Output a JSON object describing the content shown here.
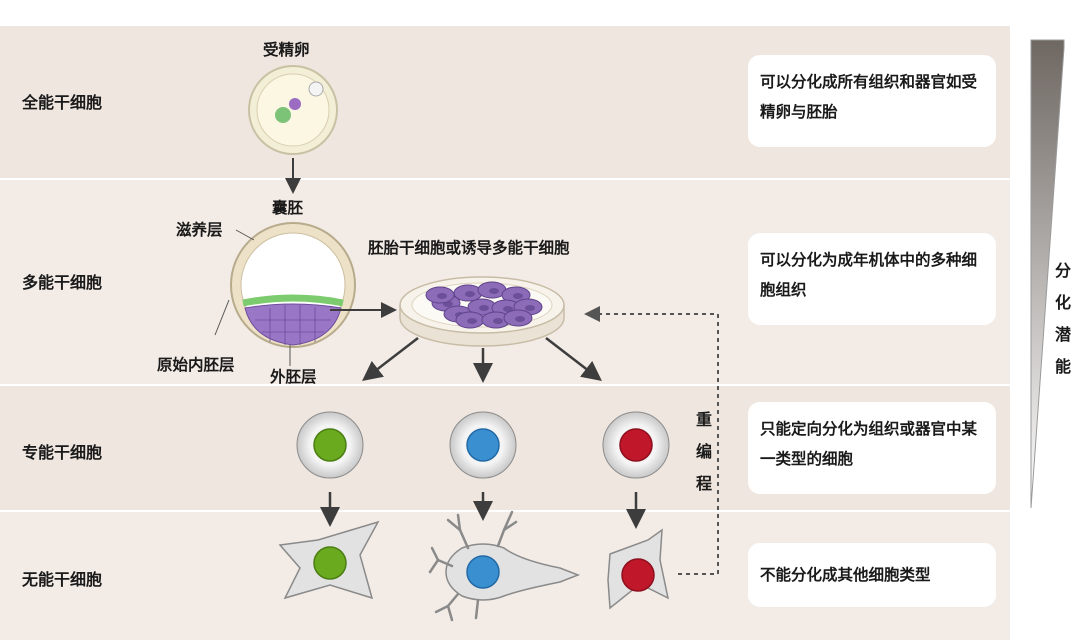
{
  "rows": [
    {
      "label": "全能干细胞",
      "description": "可以分化成所有组织和器官如受精卵与胚胎"
    },
    {
      "label": "多能干细胞",
      "description": "可以分化为成年机体中的多种细胞组织"
    },
    {
      "label": "专能干细胞",
      "description": "只能定向分化为组织或器官中某一类型的细胞"
    },
    {
      "label": "无能干细胞",
      "description": "不能分化成其他细胞类型"
    }
  ],
  "labels": {
    "zygote": "受精卵",
    "blastocyst": "囊胚",
    "trophoblast": "滋养层",
    "dish": "胚胎干细胞或诱导多能干细胞",
    "primitive_endoderm": "原始内胚层",
    "ectoderm": "外胚层",
    "reprogramming": "重编程",
    "potency": "分化潜能"
  },
  "colors": {
    "green_nucleus": "#6aaa1e",
    "blue_nucleus": "#3a8fd0",
    "red_nucleus": "#c0172a",
    "purple_cells": "#8c6bb8"
  }
}
